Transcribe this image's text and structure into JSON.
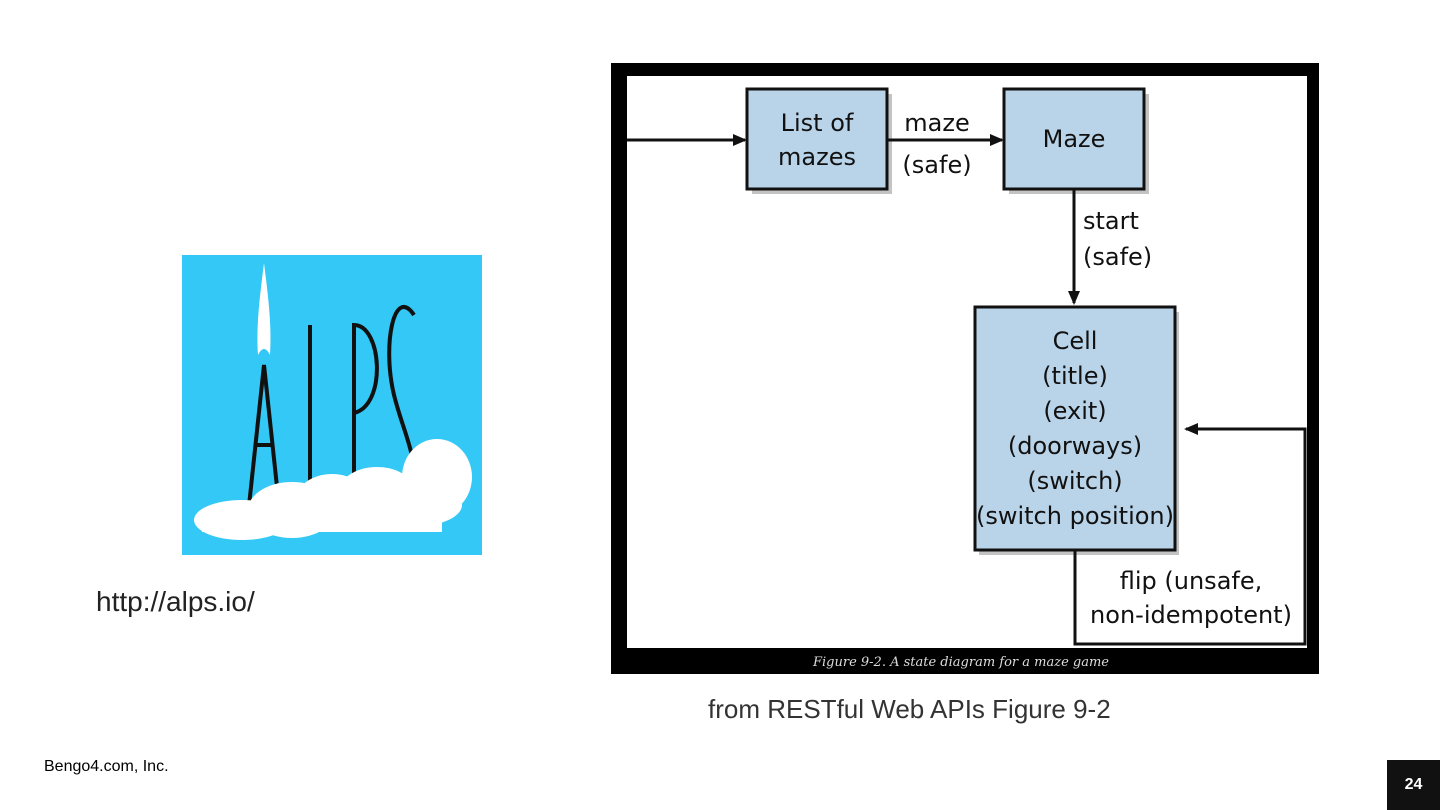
{
  "logo": {
    "text": "ALPS",
    "background": "#33c8f5"
  },
  "url": "http://alps.io/",
  "diagram": {
    "states": {
      "list": [
        "List of",
        "mazes"
      ],
      "maze": [
        "Maze"
      ],
      "cell": [
        "Cell",
        "(title)",
        "(exit)",
        "(doorways)",
        "(switch)",
        "(switch position)"
      ]
    },
    "transitions": {
      "maze": [
        "maze",
        "(safe)"
      ],
      "start": [
        "start",
        "(safe)"
      ],
      "flip": [
        "flip (unsafe,",
        "non-idempotent)"
      ]
    },
    "figure_caption": "Figure 9-2. A state diagram for a maze game",
    "box_fill": "#b9d3e8"
  },
  "source_caption": "from RESTful Web APIs Figure 9-2",
  "footer": {
    "company": "Bengo4.com, Inc.",
    "page": "24"
  }
}
